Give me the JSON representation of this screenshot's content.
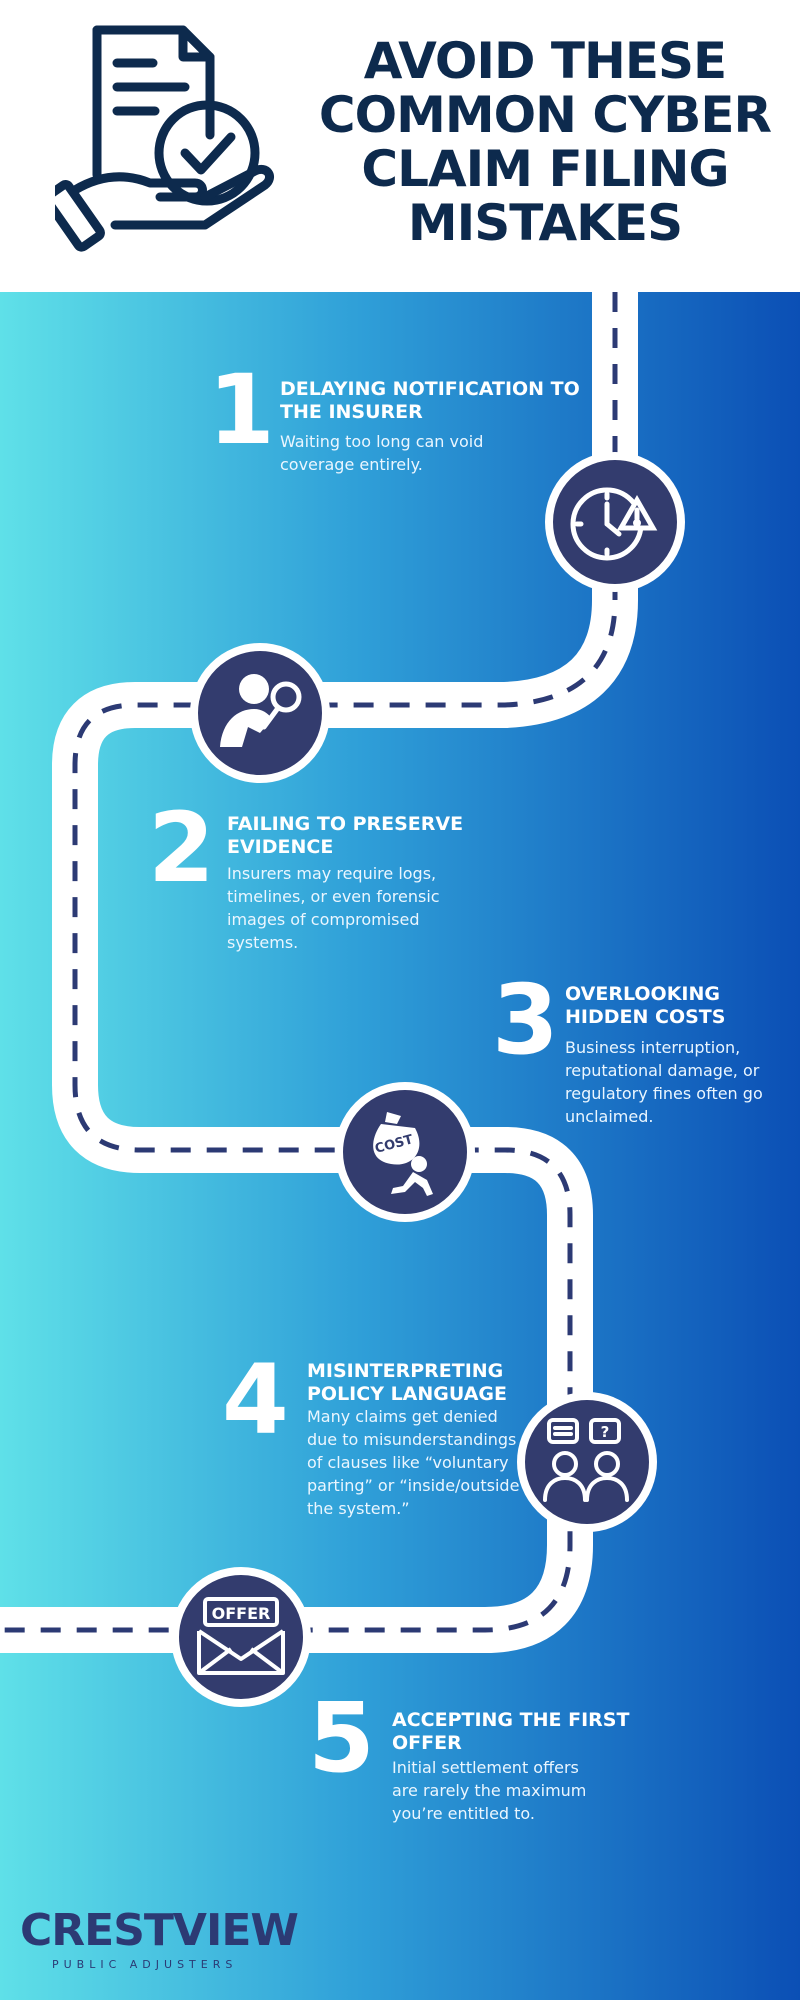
{
  "header": {
    "title_lines": [
      "AVOID THESE",
      "COMMON CYBER",
      "CLAIM FILING",
      "MISTAKES"
    ],
    "icon": "document-hand-check-icon"
  },
  "steps": [
    {
      "number": "1",
      "title": "DELAYING NOTIFICATION TO THE INSURER",
      "description": "Waiting too long can void coverage entirely.",
      "icon": "clock-warning-icon"
    },
    {
      "number": "2",
      "title": "FAILING TO PRESERVE EVIDENCE",
      "description": "Insurers may require logs, timelines, or even forensic images of compromised systems.",
      "icon": "magnifier-person-icon"
    },
    {
      "number": "3",
      "title": "OVERLOOKING HIDDEN COSTS",
      "description": "Business interruption, reputational damage, or regulatory fines often go unclaimed.",
      "icon": "cost-bag-icon",
      "badge_text": "COST"
    },
    {
      "number": "4",
      "title": "MISINTERPRETING POLICY LANGUAGE",
      "description": "Many claims get denied due to misunderstandings of clauses like “voluntary parting” or “inside/outside the system.”",
      "icon": "people-questions-icon"
    },
    {
      "number": "5",
      "title": "ACCEPTING THE FIRST OFFER",
      "description": "Initial settlement offers are rarely the maximum you’re entitled to.",
      "icon": "offer-envelope-icon",
      "badge_text": "OFFER"
    }
  ],
  "brand": {
    "name": "CRESTVIEW",
    "tagline": "PUBLIC ADJUSTERS"
  },
  "colors": {
    "navy": "#0d2a4d",
    "badge": "#333c6e",
    "gradient_start": "#5fe0e8",
    "gradient_end": "#0b4fb5"
  }
}
